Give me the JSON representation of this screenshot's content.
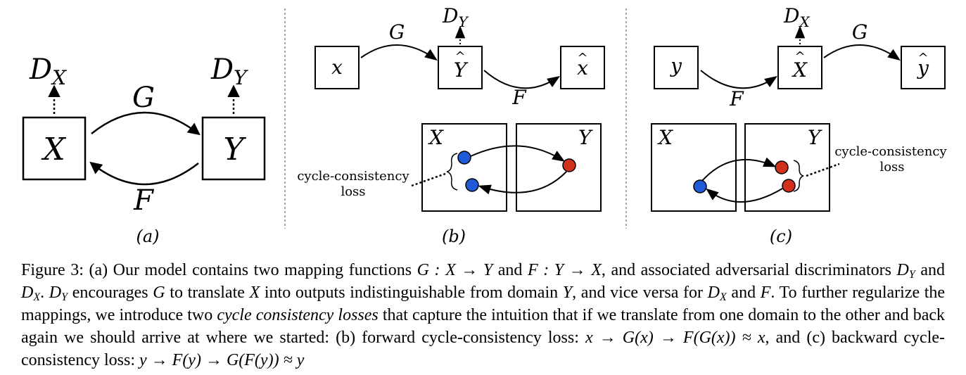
{
  "panels": {
    "a": {
      "node_left": "X",
      "node_right": "Y",
      "disc_left_D": "D",
      "disc_left_sub": "X",
      "disc_right_D": "D",
      "disc_right_sub": "Y",
      "top_arrow": "G",
      "bottom_arrow": "F",
      "caption": "(a)"
    },
    "b": {
      "input": "x",
      "mid": "Y",
      "mid_hat": "^",
      "output": "x",
      "output_hat": "^",
      "disc_D": "D",
      "disc_sub": "Y",
      "arrow_top": "G",
      "arrow_bottom": "F",
      "domain_left": "X",
      "domain_right": "Y",
      "loss_line1": "cycle-consistency",
      "loss_line2": "loss",
      "caption": "(b)"
    },
    "c": {
      "input": "y",
      "mid": "X",
      "mid_hat": "^",
      "output": "y",
      "output_hat": "^",
      "disc_D": "D",
      "disc_sub": "X",
      "arrow_top": "G",
      "arrow_bottom": "F",
      "domain_left": "X",
      "domain_right": "Y",
      "loss_line1": "cycle-consistency",
      "loss_line2": "loss",
      "caption": "(c)"
    }
  },
  "colors": {
    "blue_point": "#1f5bd6",
    "red_point": "#d0301c",
    "separator": "#888888"
  },
  "caption": {
    "fig_label": "Figure 3:",
    "t1": "(a) Our model contains two mapping functions",
    "m1": "G : X → Y",
    "t2": "and",
    "m2": "F : Y → X",
    "t3": ", and associated adversarial discriminators",
    "dy1": "D",
    "dy1_sub": "Y",
    "t4": "and",
    "dx1": "D",
    "dx1_sub": "X",
    "t5": ".",
    "dy2": "D",
    "dy2_sub": "Y",
    "t6": "encourages",
    "g1": "G",
    "t7": "to translate",
    "x1": "X",
    "t8": "into outputs indistinguishable from domain",
    "y1": "Y",
    "t9": ", and vice versa for",
    "dx2": "D",
    "dx2_sub": "X",
    "t10": "and",
    "f1": "F",
    "t11": ". To further regularize the mappings, we introduce two",
    "emph": "cycle consistency losses",
    "t12": "that capture the intuition that if we translate from one domain to the other and back again we should arrive at where we started: (b) forward cycle-consistency loss:",
    "m3": "x → G(x) → F(G(x)) ≈ x",
    "t13": ", and (c) backward cycle-consistency loss:",
    "m4": "y → F(y) → G(F(y)) ≈ y"
  }
}
